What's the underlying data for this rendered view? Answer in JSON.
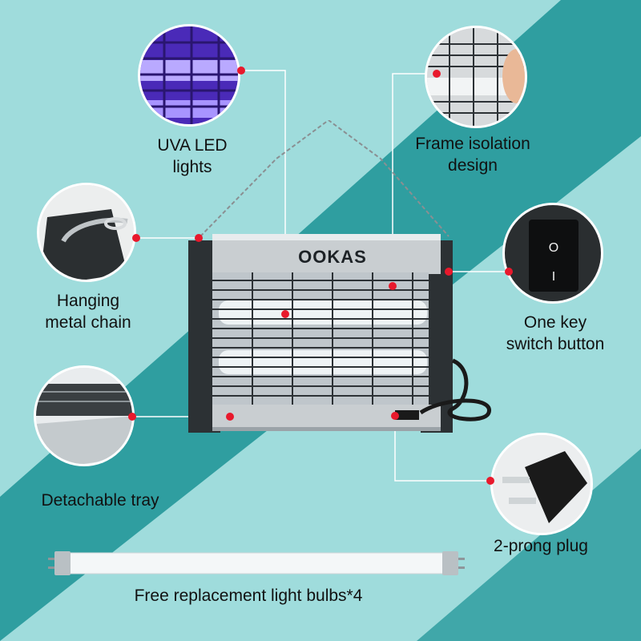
{
  "brand": "OOKAS",
  "features": {
    "uva_line1": "UVA LED",
    "uva_line2": "lights",
    "frame_line1": "Frame isolation",
    "frame_line2": "design",
    "chain_line1": "Hanging",
    "chain_line2": "metal chain",
    "switch_line1": "One key",
    "switch_line2": "switch button",
    "tray": "Detachable tray",
    "plug": "2-prong plug"
  },
  "bulb_caption": "Free replacement light bulbs*4",
  "switch_symbols": {
    "off": "O",
    "on": "I"
  },
  "colors": {
    "background": "#9fdcdc",
    "band": "#2f9ea0",
    "pointer": "#e8192c",
    "uv": "#6a4cff"
  }
}
